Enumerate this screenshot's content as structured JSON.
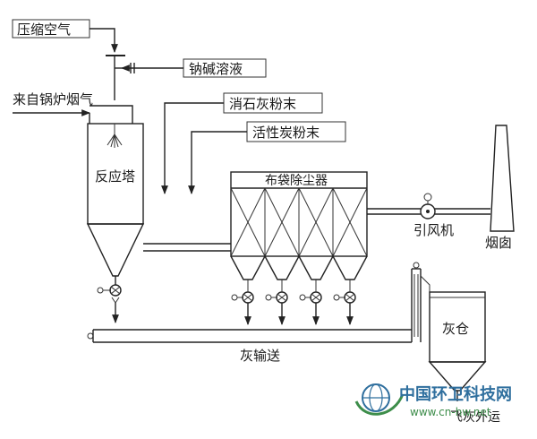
{
  "labels": {
    "compressed_air": "压缩空气",
    "flue_gas_in": "来自锅炉烟气",
    "alkali_solution": "钠碱溶液",
    "lime_powder": "消石灰粉末",
    "carbon_powder": "活性炭粉末",
    "reactor": "反应塔",
    "baghouse": "布袋除尘器",
    "induced_fan": "引风机",
    "chimney": "烟囱",
    "ash_silo": "灰仓",
    "ash_conveying": "灰输送",
    "ash_out": "飞灰外运"
  },
  "watermark": {
    "name": "中国环卫科技网",
    "url": "www.cn-hw.net",
    "colors": {
      "blue": "#2f6f9e",
      "green": "#3d8d4a"
    }
  }
}
